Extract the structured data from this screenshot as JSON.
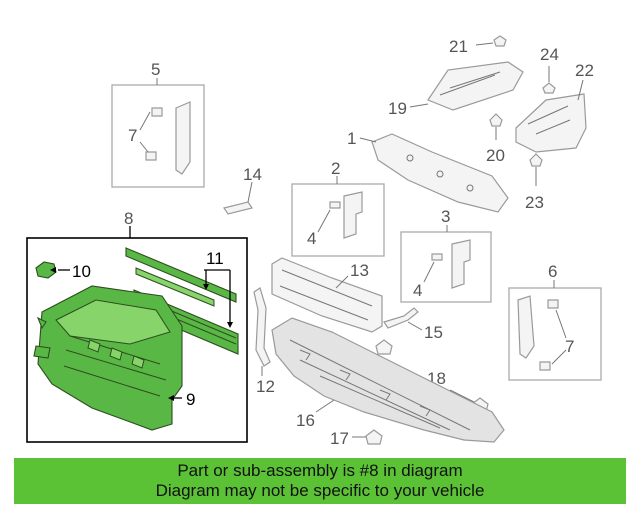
{
  "callouts": {
    "c1": "1",
    "c2": "2",
    "c3": "3",
    "c4a": "4",
    "c4b": "4",
    "c5": "5",
    "c6": "6",
    "c7a": "7",
    "c7b": "7",
    "c8": "8",
    "c9": "9",
    "c10": "10",
    "c11": "11",
    "c12": "12",
    "c13": "13",
    "c14": "14",
    "c15": "15",
    "c16": "16",
    "c17": "17",
    "c18": "18",
    "c19": "19",
    "c20": "20",
    "c21": "21",
    "c22": "22",
    "c23": "23",
    "c24": "24"
  },
  "banner": {
    "line1": "Part or sub-assembly is #8 in diagram",
    "line2": "Diagram may not be specific to your vehicle"
  },
  "colors": {
    "highlight": "#59b845",
    "banner_bg": "#5bc236"
  }
}
